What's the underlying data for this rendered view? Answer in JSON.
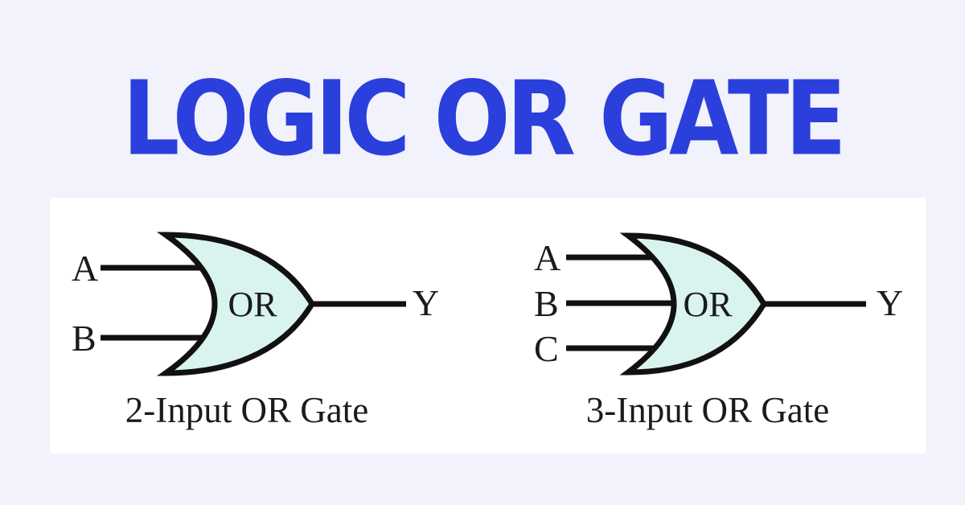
{
  "page": {
    "title": "LOGIC OR GATE"
  },
  "colors": {
    "background": "#f1f2fb",
    "title_blue": "#2b3fdc",
    "panel_white": "#ffffff",
    "gate_fill": "#d9f4ee",
    "line_black": "#111111",
    "text_black": "#1b1b1b"
  },
  "figures": [
    {
      "caption": "2-Input OR Gate",
      "gate_label": "OR",
      "inputs": [
        "A",
        "B"
      ],
      "output": "Y"
    },
    {
      "caption": "3-Input OR Gate",
      "gate_label": "OR",
      "inputs": [
        "A",
        "B",
        "C"
      ],
      "output": "Y"
    }
  ]
}
